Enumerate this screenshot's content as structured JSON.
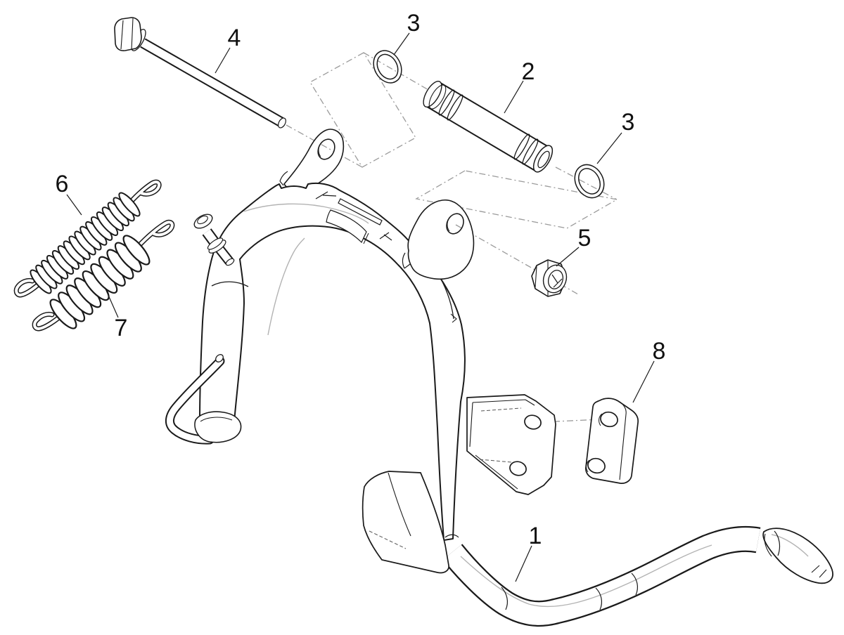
{
  "figure": {
    "kind": "exploded-parts-diagram",
    "subject": "center-stand-assembly",
    "background": "#ffffff"
  },
  "colors": {
    "line": "#1a1a1a",
    "reference_line": "#9b9b9b",
    "fill": "#ffffff",
    "label_text": "#111111"
  },
  "callouts": [
    {
      "text": "4",
      "part": "pivot-bolt"
    },
    {
      "text": "3",
      "part": "o-ring-left"
    },
    {
      "text": "2",
      "part": "pivot-sleeve-pin"
    },
    {
      "text": "3",
      "part": "o-ring-right"
    },
    {
      "text": "5",
      "part": "lock-nut"
    },
    {
      "text": "6",
      "part": "stand-spring-small"
    },
    {
      "text": "7",
      "part": "stand-spring-large"
    },
    {
      "text": "8",
      "part": "stop-pad-block"
    },
    {
      "text": "1",
      "part": "center-stand-frame"
    }
  ]
}
